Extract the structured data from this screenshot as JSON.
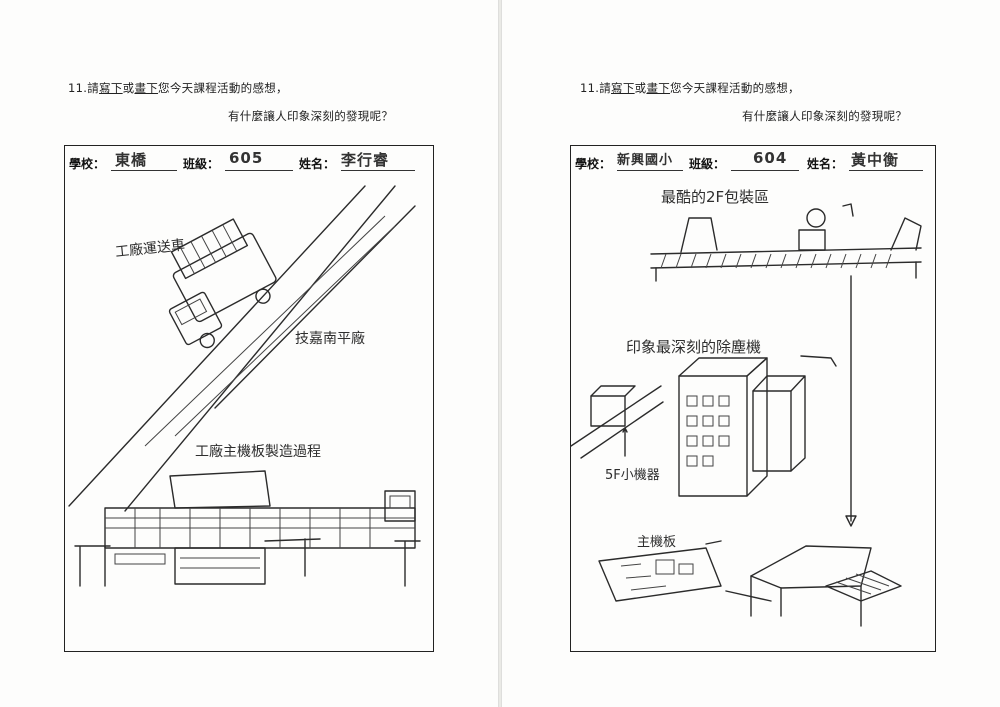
{
  "question": {
    "number": "11.",
    "line1_pre": "請",
    "line1_write": "寫下",
    "line1_mid": "或",
    "line1_draw": "畫下",
    "line1_post": "您今天課程活動的感想，",
    "line2": "有什麼讓人印象深刻的發現呢？"
  },
  "labels": {
    "school": "學校：",
    "class": "班級：",
    "name": "姓名："
  },
  "left_sheet": {
    "school_value": "東橋",
    "class_value": "605",
    "name_value": "李行睿",
    "notes": {
      "truck": "工廠運送車",
      "factory": "技嘉南平廠",
      "process": "工廠主機板製造過程"
    }
  },
  "right_sheet": {
    "school_value": "新興國小",
    "class_value": "604",
    "name_value": "黃中衡",
    "notes": {
      "packaging": "最酷的2F包裝區",
      "dust": "印象最深刻的除塵機",
      "small_machine": "5F小機器",
      "motherboard": "主機板"
    }
  }
}
